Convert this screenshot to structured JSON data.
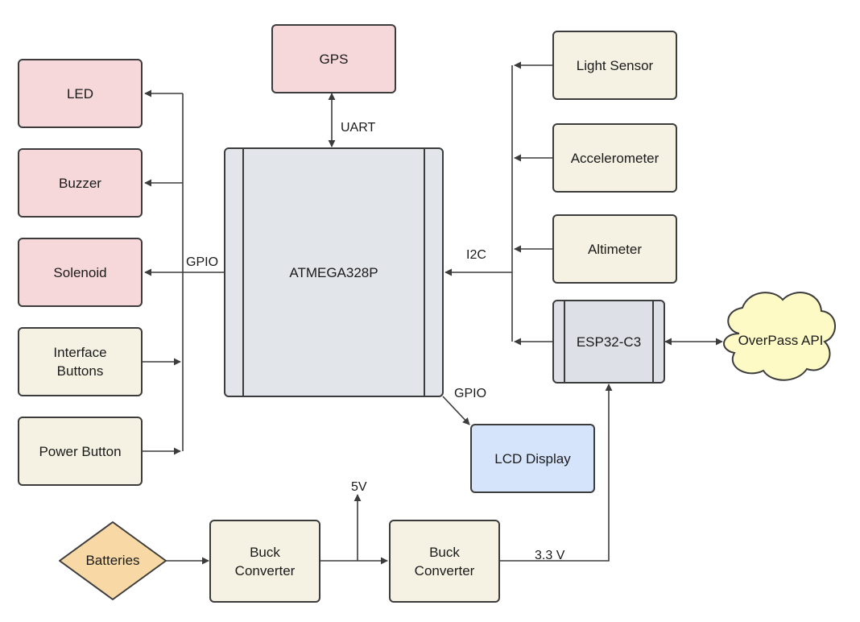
{
  "blocks": {
    "gps": "GPS",
    "led": "LED",
    "buzzer": "Buzzer",
    "solenoid": "Solenoid",
    "interface_buttons": "Interface\nButtons",
    "power_button": "Power Button",
    "mcu": "ATMEGA328P",
    "light_sensor": "Light Sensor",
    "accelerometer": "Accelerometer",
    "altimeter": "Altimeter",
    "esp32": "ESP32-C3",
    "overpass_api": "OverPass API",
    "lcd_display": "LCD Display",
    "batteries": "Batteries",
    "buck_converter_1": "Buck\nConverter",
    "buck_converter_2": "Buck\nConverter"
  },
  "labels": {
    "uart": "UART",
    "gpio_left": "GPIO",
    "i2c": "I2C",
    "gpio_lcd": "GPIO",
    "five_v": "5V",
    "three_three_v": "3.3 V"
  },
  "colors": {
    "output_block": "#f6d8da",
    "input_block": "#f6f2e3",
    "display_block": "#d6e4fb",
    "mcu_block": "#e2e5ea",
    "batteries": "#f8d9a6",
    "cloud": "#fdfac6",
    "line": "#3c3c3c"
  }
}
